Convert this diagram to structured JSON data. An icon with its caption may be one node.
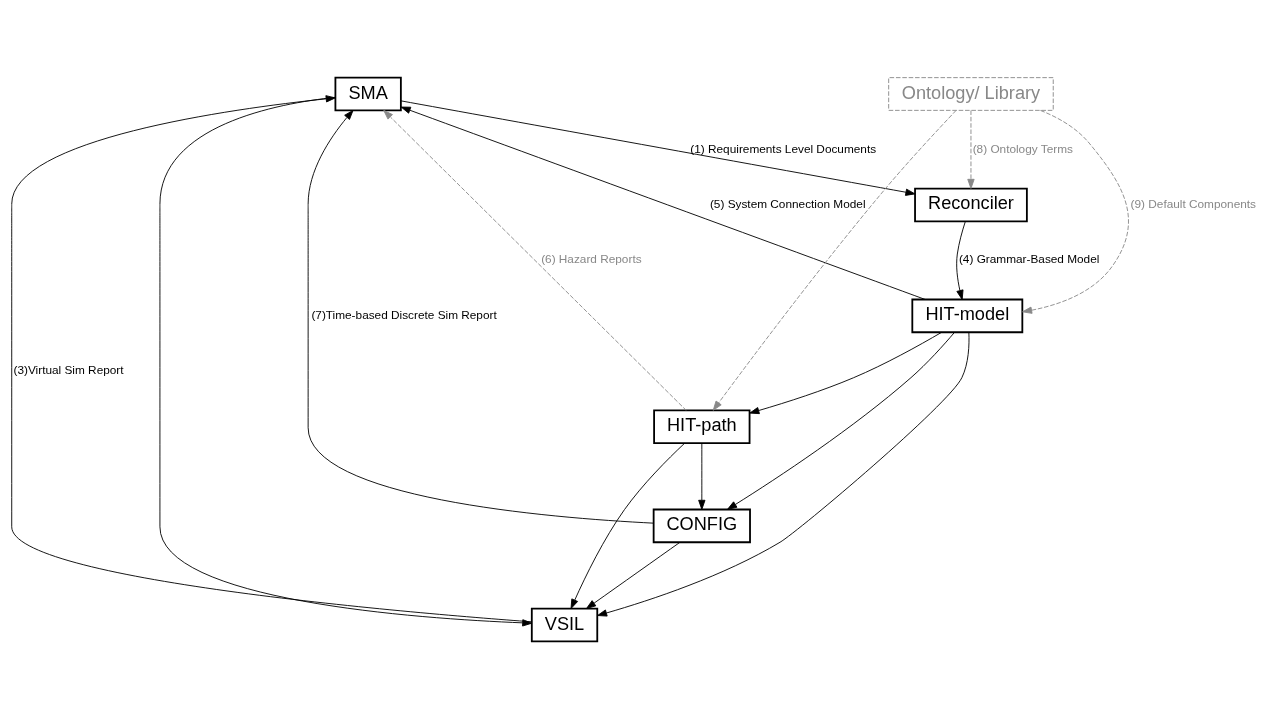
{
  "diagram": {
    "nodes": [
      {
        "text": [
          "SMA"
        ]
      },
      {
        "text": [
          "Reconciler"
        ]
      },
      {
        "text": [
          "HIT-model"
        ]
      },
      {
        "text": [
          "Ontology/ Library"
        ]
      },
      {
        "text": [
          "HIT-path"
        ]
      },
      {
        "text": [
          "CONFIG"
        ]
      },
      {
        "text": [
          "VSIL"
        ]
      }
    ],
    "edges": [
      {
        "from": 0,
        "to": 1,
        "arrow": "to",
        "label": "(1) Requirements Level Documents"
      },
      {
        "from": 0,
        "to": 6,
        "arrow": "to"
      },
      {
        "from": 1,
        "to": 2,
        "arrow": "to",
        "label": "(4) Grammar-Based Model"
      },
      {
        "from": 2,
        "to": 0,
        "arrow": "to",
        "label": "(5) System Connection Model"
      },
      {
        "from": 2,
        "to": 4,
        "arrow": "to"
      },
      {
        "from": 2,
        "to": 6,
        "arrow": "to"
      },
      {
        "from": 2,
        "to": 5,
        "arrow": "to"
      },
      {
        "from": 4,
        "to": 0,
        "arrow": "to",
        "label": "(6) Hazard Reports",
        "style": "dashed",
        "color": "#888888"
      },
      {
        "from": 4,
        "to": 5,
        "arrow": "to"
      },
      {
        "from": 4,
        "to": 6,
        "arrow": "to"
      },
      {
        "from": 6,
        "to": 0,
        "arrow": "to",
        "label": "(3)Virtual Sim Report"
      },
      {
        "from": 5,
        "to": 0,
        "arrow": "to",
        "label": "(7)Time-based Discrete Sim Report"
      },
      {
        "from": 5,
        "to": 6,
        "arrow": "to"
      },
      {
        "from": 3,
        "to": 1,
        "arrow": "to",
        "label": "(8) Ontology Terms",
        "style": "dashed",
        "color": "#888888"
      },
      {
        "from": 3,
        "to": 2,
        "arrow": "to",
        "label": "(9) Default Components",
        "style": "dashed",
        "color": "#888888"
      },
      {
        "from": 3,
        "to": 4,
        "arrow": "to",
        "style": "dashed",
        "color": "#888888"
      }
    ]
  }
}
